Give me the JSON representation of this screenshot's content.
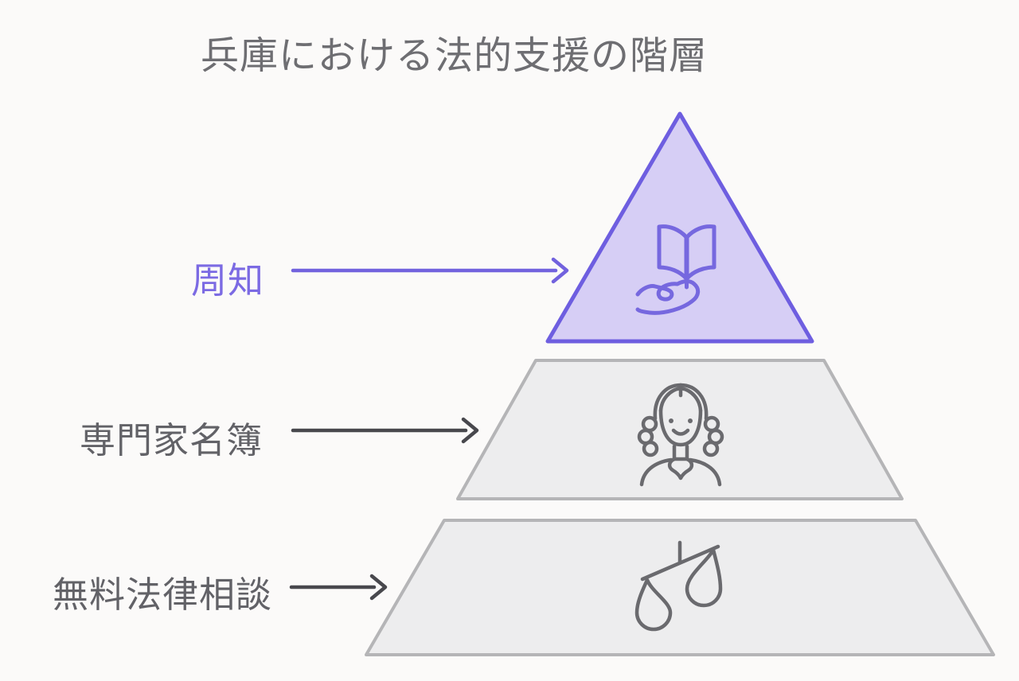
{
  "title": "兵庫における法的支援の階層",
  "colors": {
    "background": "#fbfaf9",
    "title_text": "#6e6e72",
    "label_text": "#626267",
    "accent_purple_text": "#7b6ae3",
    "accent_purple_stroke": "#6e5ee0",
    "accent_purple_fill": "#d6cef5",
    "accent_arrow": "#7262de",
    "tier_fill": "#ededee",
    "tier_stroke": "#b5b5b7",
    "dark_arrow": "#48484d",
    "icon_gray": "#6a6a6e"
  },
  "tiers": [
    {
      "level": "top",
      "label": "周知",
      "icon": "book-on-hand-icon",
      "highlighted": true
    },
    {
      "level": "middle",
      "label": "専門家名簿",
      "icon": "judge-icon",
      "highlighted": false
    },
    {
      "level": "bottom",
      "label": "無料法律相談",
      "icon": "scales-of-justice-icon",
      "highlighted": false
    }
  ]
}
